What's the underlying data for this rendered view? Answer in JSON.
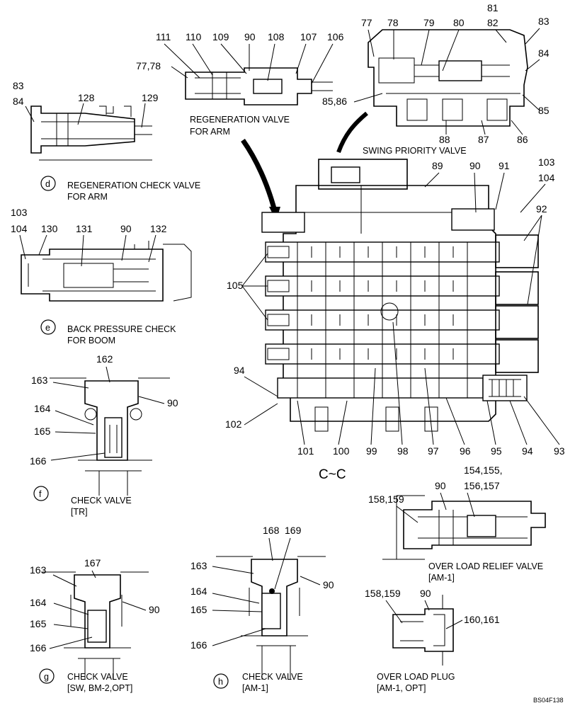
{
  "drawing_id": "BS04F138",
  "section_label": "C~C",
  "captions": {
    "d_letter": "d",
    "d_line1": "REGENERATION CHECK VALVE",
    "d_line2": "FOR ARM",
    "e_letter": "e",
    "e_line1": "BACK PRESSURE CHECK",
    "e_line2": "FOR BOOM",
    "f_letter": "f",
    "f_line1": "CHECK VALVE",
    "f_line2": "[TR]",
    "g_letter": "g",
    "g_line1": "CHECK VALVE",
    "g_line2": "[SW, BM-2,OPT]",
    "h_letter": "h",
    "h_line1": "CHECK VALVE",
    "h_line2": "[AM-1]",
    "regen_line1": "REGENERATION VALVE",
    "regen_line2": "FOR ARM",
    "swing": "SWING PRIORITY VALVE",
    "olr_line1": "OVER LOAD RELIEF VALVE",
    "olr_line2": "[AM-1]",
    "olp_line1": "OVER LOAD PLUG",
    "olp_line2": "[AM-1, OPT]"
  },
  "part_numbers": {
    "p83a": "83",
    "p84a": "84",
    "p128": "128",
    "p129": "129",
    "p111": "111",
    "p110": "110",
    "p109": "109",
    "p90a": "90",
    "p108": "108",
    "p107": "107",
    "p106": "106",
    "p7778": "77,78",
    "p77": "77",
    "p78": "78",
    "p79": "79",
    "p80": "80",
    "p81": "81",
    "p82": "82",
    "p83b": "83",
    "p84b": "84",
    "p8586": "85,86",
    "p85": "85",
    "p88": "88",
    "p87": "87",
    "p86": "86",
    "p89": "89",
    "p90b": "90",
    "p91": "91",
    "p103a": "103",
    "p104a": "104",
    "p92": "92",
    "p105": "105",
    "p103b": "103",
    "p104b": "104",
    "p130": "130",
    "p131": "131",
    "p90c": "90",
    "p132": "132",
    "p94a": "94",
    "p102": "102",
    "p101": "101",
    "p100": "100",
    "p99": "99",
    "p98": "98",
    "p97": "97",
    "p96": "96",
    "p95": "95",
    "p94b": "94",
    "p93": "93",
    "p162": "162",
    "p163a": "163",
    "p90d": "90",
    "p164a": "164",
    "p165a": "165",
    "p166a": "166",
    "p167": "167",
    "p163b": "163",
    "p164b": "164",
    "p165b": "165",
    "p90e": "90",
    "p166b": "166",
    "p168": "168",
    "p169": "169",
    "p163c": "163",
    "p90f": "90",
    "p164c": "164",
    "p165c": "165",
    "p166c": "166",
    "p154155": "154,155,",
    "p156157": "156,157",
    "p90g": "90",
    "p158159a": "158,159",
    "p158159b": "158,159",
    "p90h": "90",
    "p160161": "160,161"
  }
}
